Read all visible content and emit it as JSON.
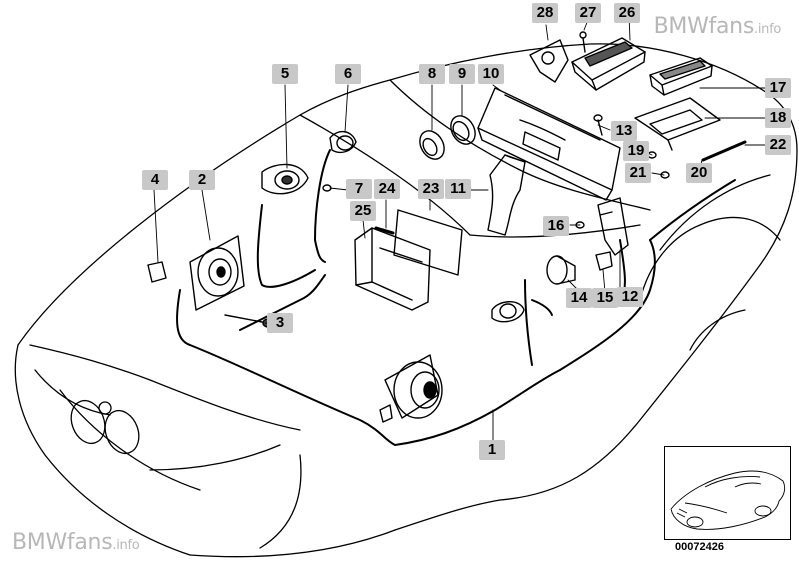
{
  "watermark": {
    "brand": "BMWfans",
    "suffix": ".info"
  },
  "diagram_id": "00072426",
  "callouts": [
    "1",
    "2",
    "3",
    "4",
    "5",
    "6",
    "7",
    "8",
    "9",
    "10",
    "11",
    "12",
    "13",
    "14",
    "15",
    "16",
    "17",
    "18",
    "19",
    "20",
    "21",
    "22",
    "23",
    "24",
    "25",
    "26",
    "27",
    "28"
  ]
}
